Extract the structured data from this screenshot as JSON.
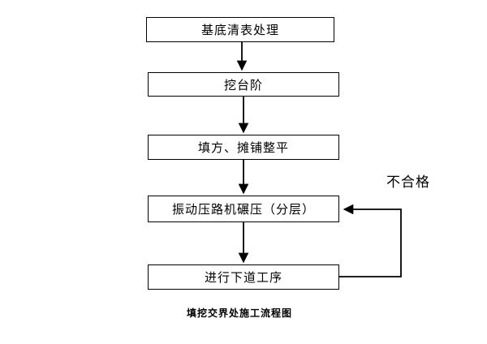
{
  "flowchart": {
    "caption": "填挖交界处施工流程图",
    "nodes": [
      {
        "label": "基底清表处理"
      },
      {
        "label": "挖台阶"
      },
      {
        "label": "填方、摊铺整平"
      },
      {
        "label": "振动压路机碾压（分层）"
      },
      {
        "label": "进行下道工序"
      }
    ],
    "feedback_label": "不合格",
    "colors": {
      "background": "#ffffff",
      "box_border": "#000000",
      "line": "#000000",
      "text": "#000000"
    }
  }
}
